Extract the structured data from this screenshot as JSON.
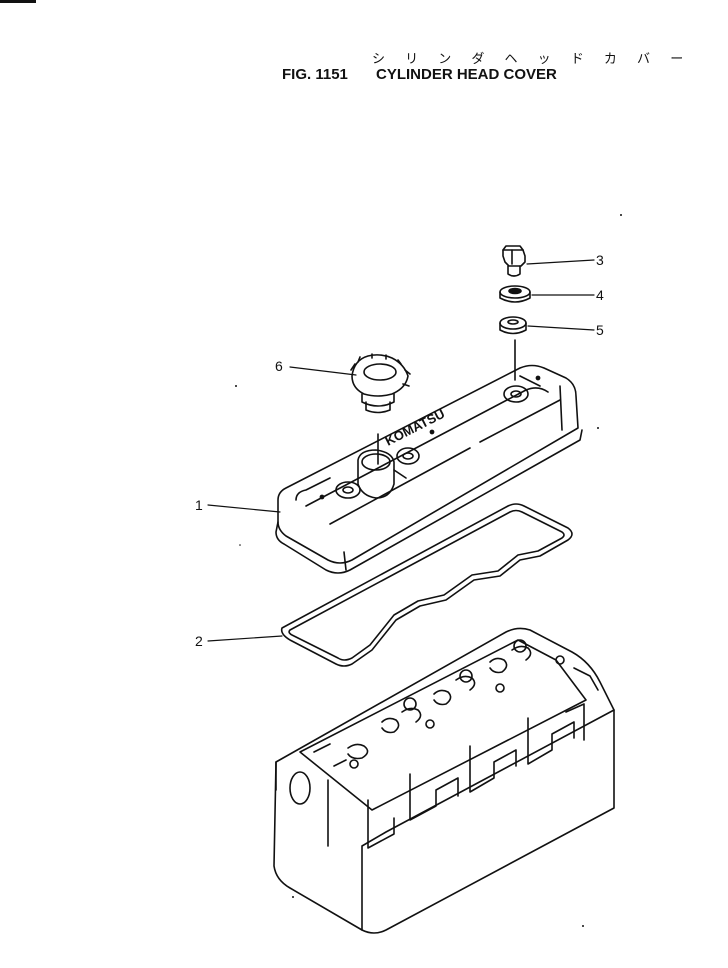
{
  "header": {
    "jp_title": "シ リ ン ダ ヘ ッ ド カ バ ー",
    "figure_number": "FIG. 1151",
    "title": "CYLINDER HEAD COVER"
  },
  "cover_emboss": "KOMATSU",
  "callouts": [
    {
      "number": "1",
      "part": "cylinder-head-cover"
    },
    {
      "number": "2",
      "part": "gasket"
    },
    {
      "number": "3",
      "part": "bolt"
    },
    {
      "number": "4",
      "part": "washer"
    },
    {
      "number": "5",
      "part": "seal"
    },
    {
      "number": "6",
      "part": "oil-filler-cap"
    }
  ]
}
